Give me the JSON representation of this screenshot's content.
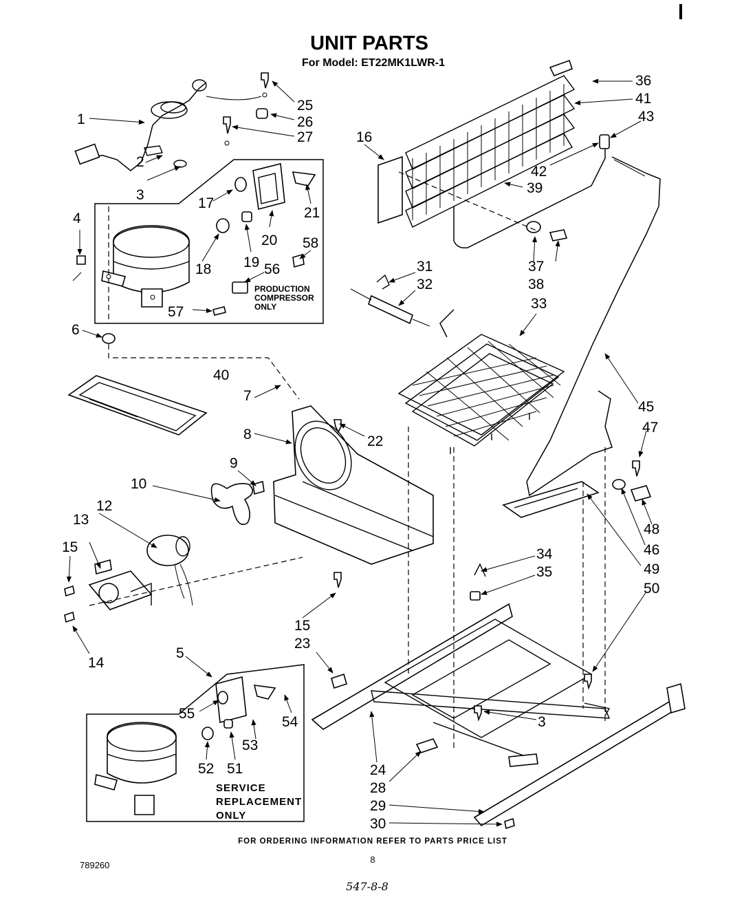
{
  "header": {
    "title": "UNIT PARTS",
    "model_line": "For Model: ET22MK1LWR-1"
  },
  "notes": {
    "production_compressor": [
      "PRODUCTION",
      "COMPRESSOR",
      "ONLY"
    ],
    "service_replacement": [
      "SERVICE",
      "REPLACEMENT",
      "ONLY"
    ]
  },
  "footer": {
    "ordering_info": "FOR ORDERING INFORMATION REFER TO PARTS PRICE LIST",
    "doc_number": "789260",
    "page_number": "8",
    "handwritten": "547-8-8"
  },
  "callouts": {
    "c1": "1",
    "c2": "2",
    "c3": "3",
    "c3b": "3",
    "c4": "4",
    "c5": "5",
    "c6": "6",
    "c7": "7",
    "c8": "8",
    "c9": "9",
    "c10": "10",
    "c12": "12",
    "c13": "13",
    "c14": "14",
    "c15": "15",
    "c15b": "15",
    "c16": "16",
    "c17": "17",
    "c18": "18",
    "c19": "19",
    "c20": "20",
    "c21": "21",
    "c22": "22",
    "c23": "23",
    "c24": "24",
    "c25": "25",
    "c26": "26",
    "c27": "27",
    "c28": "28",
    "c29": "29",
    "c30": "30",
    "c31": "31",
    "c32": "32",
    "c33": "33",
    "c34": "34",
    "c35": "35",
    "c36": "36",
    "c37": "37",
    "c38": "38",
    "c39": "39",
    "c40": "40",
    "c41": "41",
    "c42": "42",
    "c43": "43",
    "c45": "45",
    "c46": "46",
    "c47": "47",
    "c48": "48",
    "c49": "49",
    "c50": "50",
    "c51": "51",
    "c52": "52",
    "c53": "53",
    "c54": "54",
    "c55": "55",
    "c56": "56",
    "c57": "57",
    "c58": "58"
  }
}
